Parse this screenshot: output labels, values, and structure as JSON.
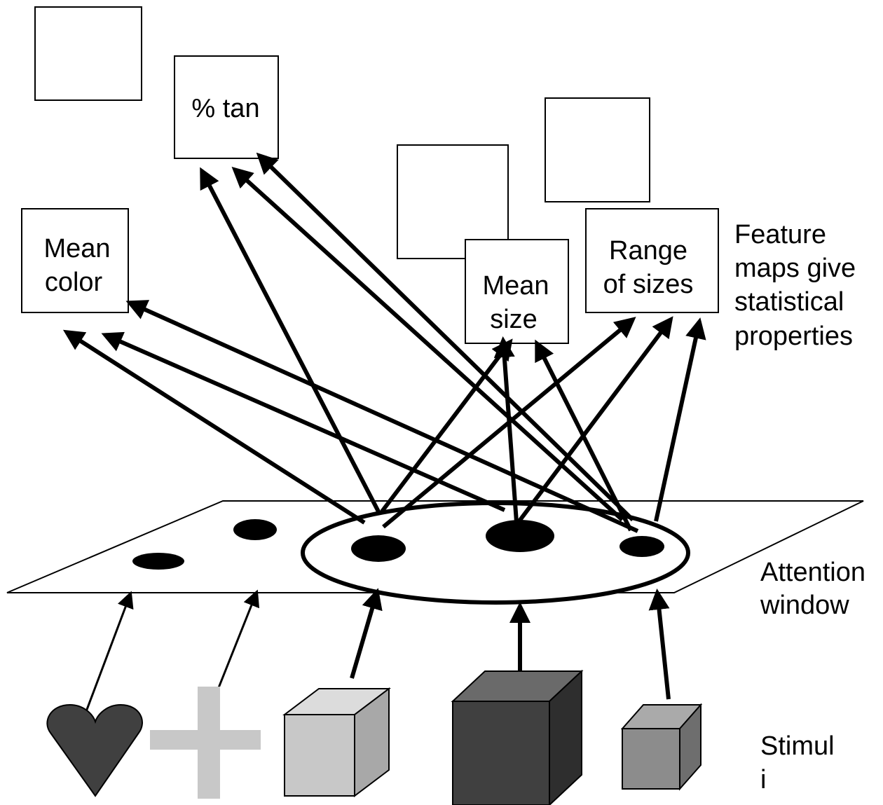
{
  "feature_maps": {
    "mean_color": {
      "line1": "Mean",
      "line2": "color"
    },
    "pct_tan": {
      "line1": "% tan"
    },
    "mean_size": {
      "line1": "Mean",
      "line2": "size"
    },
    "range_of_sizes": {
      "line1": "Range",
      "line2": "of sizes"
    }
  },
  "side_labels": {
    "feature_maps": [
      "Feature",
      "maps give",
      "statistical",
      "properties"
    ],
    "attention_window": [
      "Attention",
      "window"
    ],
    "stimuli": [
      "Stimul",
      "i"
    ]
  },
  "stimuli": [
    {
      "shape": "heart",
      "color": "#404040"
    },
    {
      "shape": "cross",
      "color": "#c8c8c8"
    },
    {
      "shape": "cube",
      "color": "#c8c8c8"
    },
    {
      "shape": "cube",
      "color": "#404040"
    },
    {
      "shape": "cube",
      "color": "#8c8c8c"
    }
  ]
}
